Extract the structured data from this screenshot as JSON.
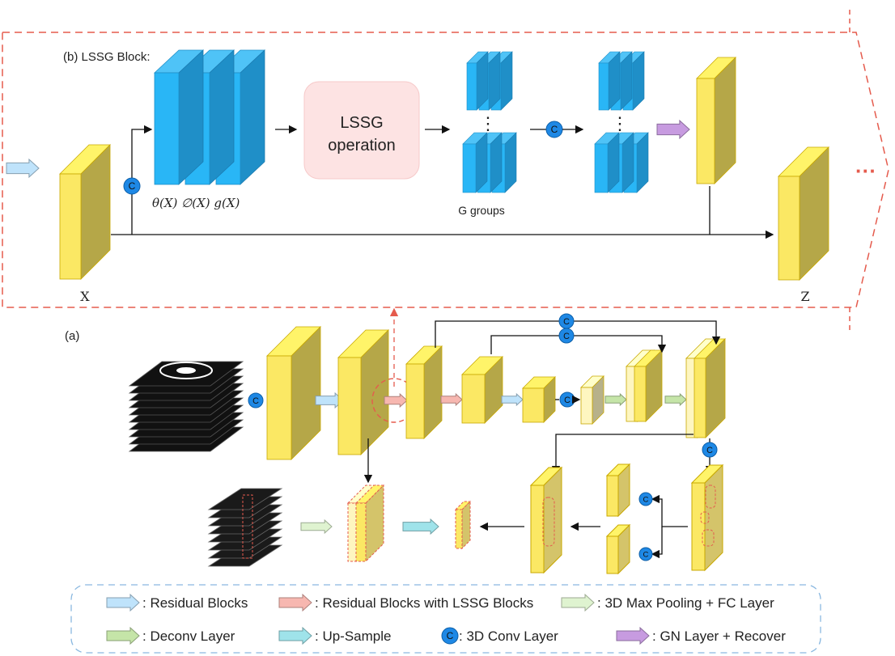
{
  "panel_b": {
    "title": "(b) LSSG Block:",
    "op_line1": "LSSG",
    "op_line2": "operation",
    "feature_label": "θ(X) ∅(X) g(X)",
    "groups_label": "G groups",
    "input_label": "X",
    "output_label": "Z",
    "ellipsis": "···",
    "vdots": "⋮"
  },
  "panel_a": {
    "title": "(a)"
  },
  "conv_symbol": "C",
  "legend": {
    "items": [
      {
        "label": ": Residual Blocks",
        "icon": "residual-blocks-arrow",
        "color": "#bfe3fb"
      },
      {
        "label": ": Residual Blocks with LSSG Blocks",
        "icon": "lssg-residual-arrow",
        "color": "#f7b7b0"
      },
      {
        "label": ": 3D Max Pooling + FC Layer",
        "icon": "maxpool-fc-arrow",
        "color": "#dff3d0"
      },
      {
        "label": ": Deconv Layer",
        "icon": "deconv-arrow",
        "color": "#c5e5a8"
      },
      {
        "label": ": Up-Sample",
        "icon": "upsample-arrow",
        "color": "#9fe3ea"
      },
      {
        "label": ": 3D Conv Layer",
        "icon": "conv-circle",
        "color": "#1e88e5"
      },
      {
        "label": ": GN Layer + Recover",
        "icon": "gn-recover-arrow",
        "color": "#c79be0"
      }
    ]
  },
  "colors": {
    "block_yellow": "#fbe864",
    "block_blue": "#29b6f6",
    "dashed_red": "#e55b4d",
    "dashed_blue": "#8ab8e0",
    "lssg_box": "#fde3e3"
  }
}
